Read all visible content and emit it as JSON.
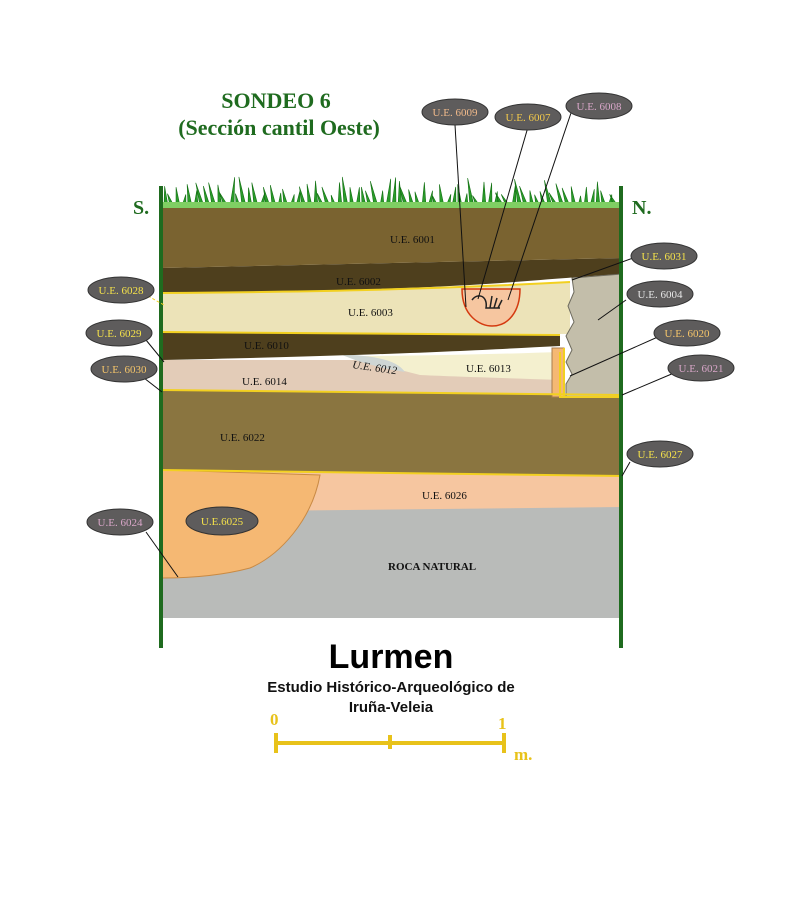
{
  "title": {
    "line1": "SONDEO 6",
    "line2": "(Sección cantil Oeste)"
  },
  "directions": {
    "south": "S.",
    "north": "N."
  },
  "layers": {
    "ue6001": "U.E. 6001",
    "ue6002": "U.E. 6002",
    "ue6003": "U.E. 6003",
    "ue6010": "U.E. 6010",
    "ue6012": "U.E. 6012",
    "ue6013": "U.E. 6013",
    "ue6014": "U.E. 6014",
    "ue6022": "U.E. 6022",
    "ue6026": "U.E. 6026",
    "ue6025": "U.E.6025",
    "roca": "ROCA NATURAL"
  },
  "tags": {
    "t6009": "U.E. 6009",
    "t6007": "U.E. 6007",
    "t6008": "U.E. 6008",
    "t6031": "U.E. 6031",
    "t6004": "U.E. 6004",
    "t6020": "U.E. 6020",
    "t6021": "U.E. 6021",
    "t6027": "U.E. 6027",
    "t6028": "U.E. 6028",
    "t6029": "U.E. 6029",
    "t6030": "U.E. 6030",
    "t6024": "U.E. 6024"
  },
  "footer": {
    "brand": "Lurmen",
    "line1": "Estudio Histórico-Arqueológico de",
    "line2": "Iruña-Veleia"
  },
  "scale": {
    "start": "0",
    "end": "1",
    "unit": "m."
  },
  "colors": {
    "topsoil": "#7a6330",
    "dark_band": "#4e3f1d",
    "cream": "#ece3b8",
    "pale_yellow": "#f4f0cf",
    "pink": "#e3ccb8",
    "brown": "#8a7540",
    "peach": "#f6c6a0",
    "orange": "#f5b873",
    "rock": "#b9bbb9",
    "wall": "#c3beaa",
    "green_frame": "#1f6b1f",
    "yellow_line": "#f2d020",
    "tag_fill": "#5e5c5c"
  }
}
